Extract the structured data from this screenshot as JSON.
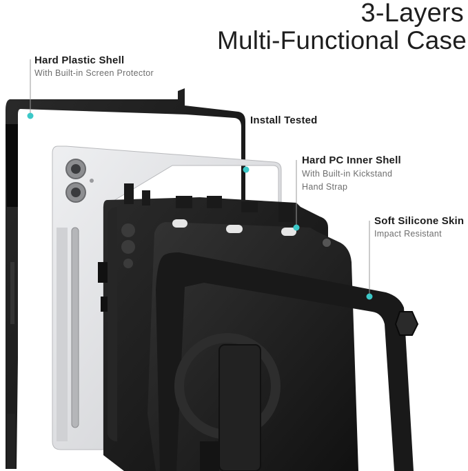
{
  "heading": {
    "line1": "3-Layers",
    "line2": "Multi-Functional Case"
  },
  "callouts": {
    "hard_plastic_shell": {
      "label": "Hard Plastic Shell",
      "detail": "With Built-in Screen Protector"
    },
    "install_tested": {
      "label": "Install Tested"
    },
    "hard_pc_inner_shell": {
      "label": "Hard PC Inner Shell",
      "detail_1": "With Built-in Kickstand",
      "detail_2": "Hand Strap"
    },
    "soft_silicone_skin": {
      "label": "Soft Silicone Skin",
      "detail": "Impact Resistant"
    }
  },
  "colors": {
    "accent_dot": "#3cc8c8",
    "leader_line": "#9a9a9a",
    "case_black": "#141414",
    "tablet_silver": "#dcdde0"
  }
}
